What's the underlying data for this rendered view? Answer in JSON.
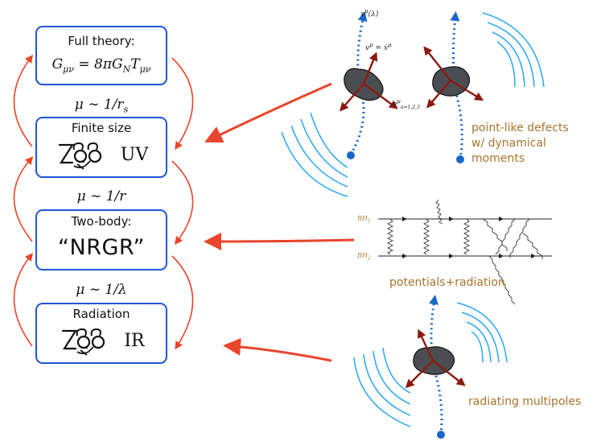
{
  "boxes": {
    "full_theory": {
      "title": "Full theory:",
      "formula": "G_{μν} = 8πG_N T_{μν}"
    },
    "finite_size": {
      "title": "Finite size",
      "label": "UV"
    },
    "two_body": {
      "title": "Two-body:",
      "label": "“NRGR”"
    },
    "radiation": {
      "title": "Radiation",
      "label": "IR"
    }
  },
  "scales": [
    "μ ~ 1/r_s",
    "μ ~ 1/r",
    "μ ~ 1/λ"
  ],
  "captions": {
    "defects_line1": "point-like defects",
    "defects_line2": "w/ dynamical moments",
    "potentials": "potentials+radiation",
    "multipoles": "radiating multipoles"
  },
  "math_labels": {
    "worldline": "x^μ(λ)",
    "velocity": "v^μ = ẋ^μ",
    "tetrad": "e^μ_{a=1,2,3}",
    "bh1": "BH_1",
    "bh2": "BH_2"
  },
  "colors": {
    "box_border": "#1f55d6",
    "arrow_red": "#e8452c",
    "worldline_blue": "#1a66c8",
    "wave_blue": "#2aa8f0",
    "caption_brown": "#a8742c",
    "body_gray": "#4a4e52",
    "vector_darkred": "#8b1a10"
  }
}
